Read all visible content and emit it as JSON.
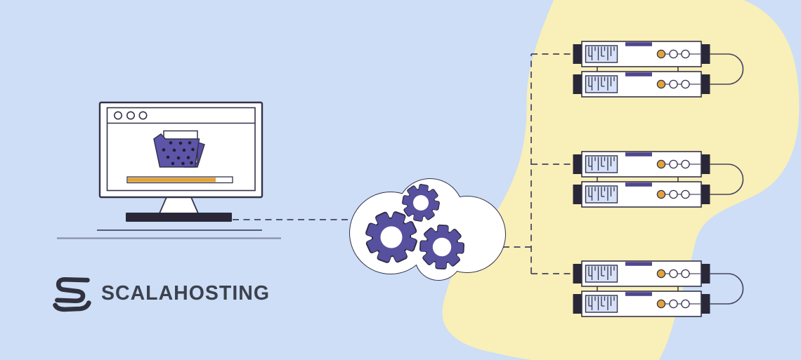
{
  "brand": {
    "name": "SCALAHOSTING"
  },
  "palette": {
    "background": "#cddef6",
    "blob_yellow": "#f9efb8",
    "accent_purple": "#57509e",
    "slot_purple": "#4f468e",
    "accent_orange": "#e2a33b",
    "outline_dark": "#34324a",
    "cap_dark": "#2a2838",
    "panel_blue": "#d6e1f7",
    "shadow_gray": "#8890aa",
    "logo_text": "#3c414d"
  },
  "illustration": {
    "monitor": {
      "window_buttons": 3,
      "progress_percent": 84,
      "icons": [
        "folder-icon",
        "document-icon",
        "progress-bar"
      ]
    },
    "cloud": {
      "gears": 3
    },
    "servers": {
      "group_count": 3,
      "units_per_group": 2,
      "indicators_per_unit": [
        "orange-led",
        "white-led",
        "white-led"
      ]
    }
  }
}
